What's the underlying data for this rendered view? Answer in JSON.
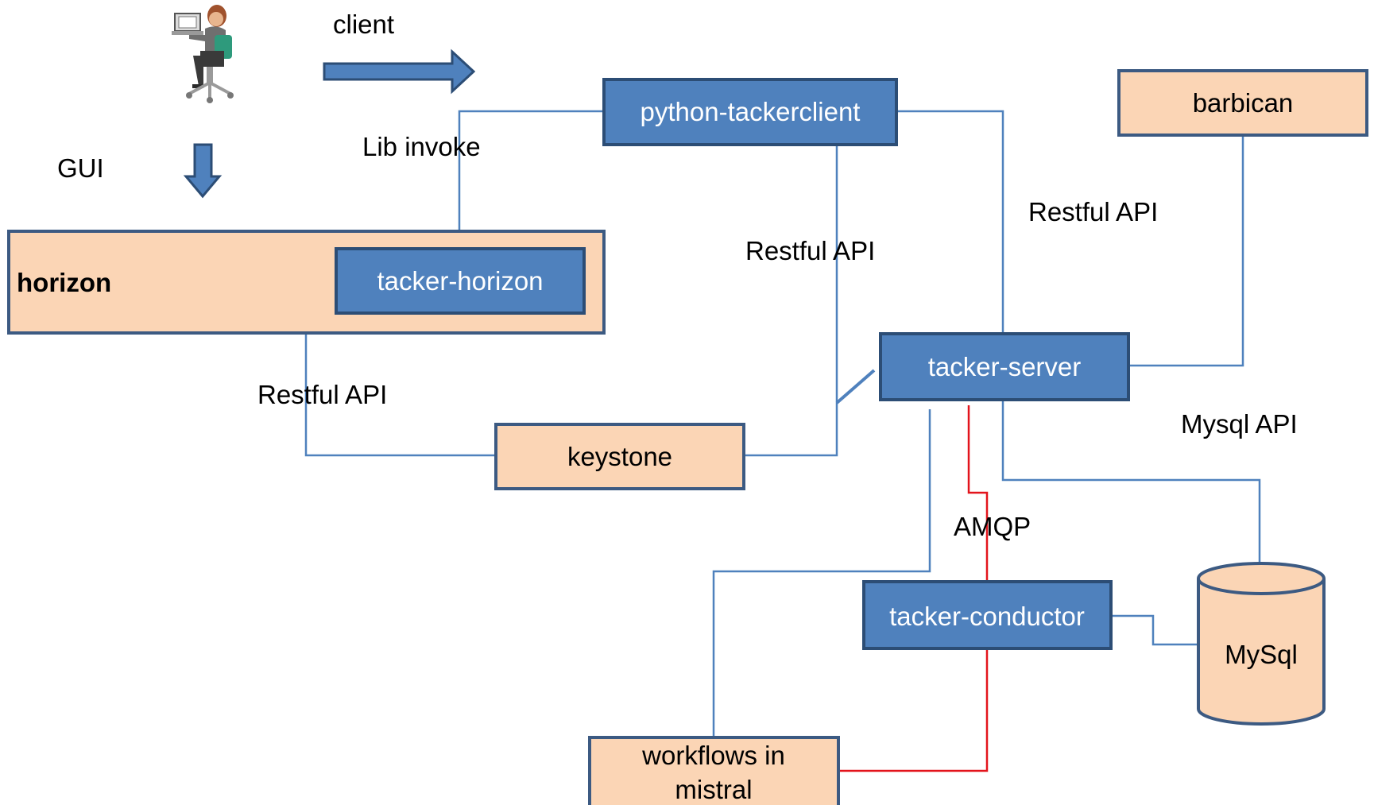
{
  "labels": {
    "client": "client",
    "gui": "GUI",
    "lib_invoke": "Lib invoke",
    "restful_api_client": "Restful API",
    "restful_api_server": "Restful API",
    "restful_api_horizon": "Restful API",
    "mysql_api": "Mysql API",
    "amqp": "AMQP"
  },
  "nodes": {
    "python_tackerclient": "python-tackerclient",
    "barbican": "barbican",
    "horizon": "horizon",
    "tacker_horizon": "tacker-horizon",
    "tacker_server": "tacker-server",
    "keystone": "keystone",
    "tacker_conductor": "tacker-conductor",
    "mysql": "MySql",
    "workflows_line1": "workflows in",
    "workflows_line2": "mistral"
  },
  "icons": {
    "user": "user-at-computer-icon",
    "client_arrow": "right-arrow-icon",
    "gui_arrow": "down-arrow-icon"
  },
  "colors": {
    "blue_box": "#4f81bd",
    "peach_box": "#fbd5b5",
    "connector": "#4f81bd",
    "amqp_connector": "#e3141c"
  }
}
